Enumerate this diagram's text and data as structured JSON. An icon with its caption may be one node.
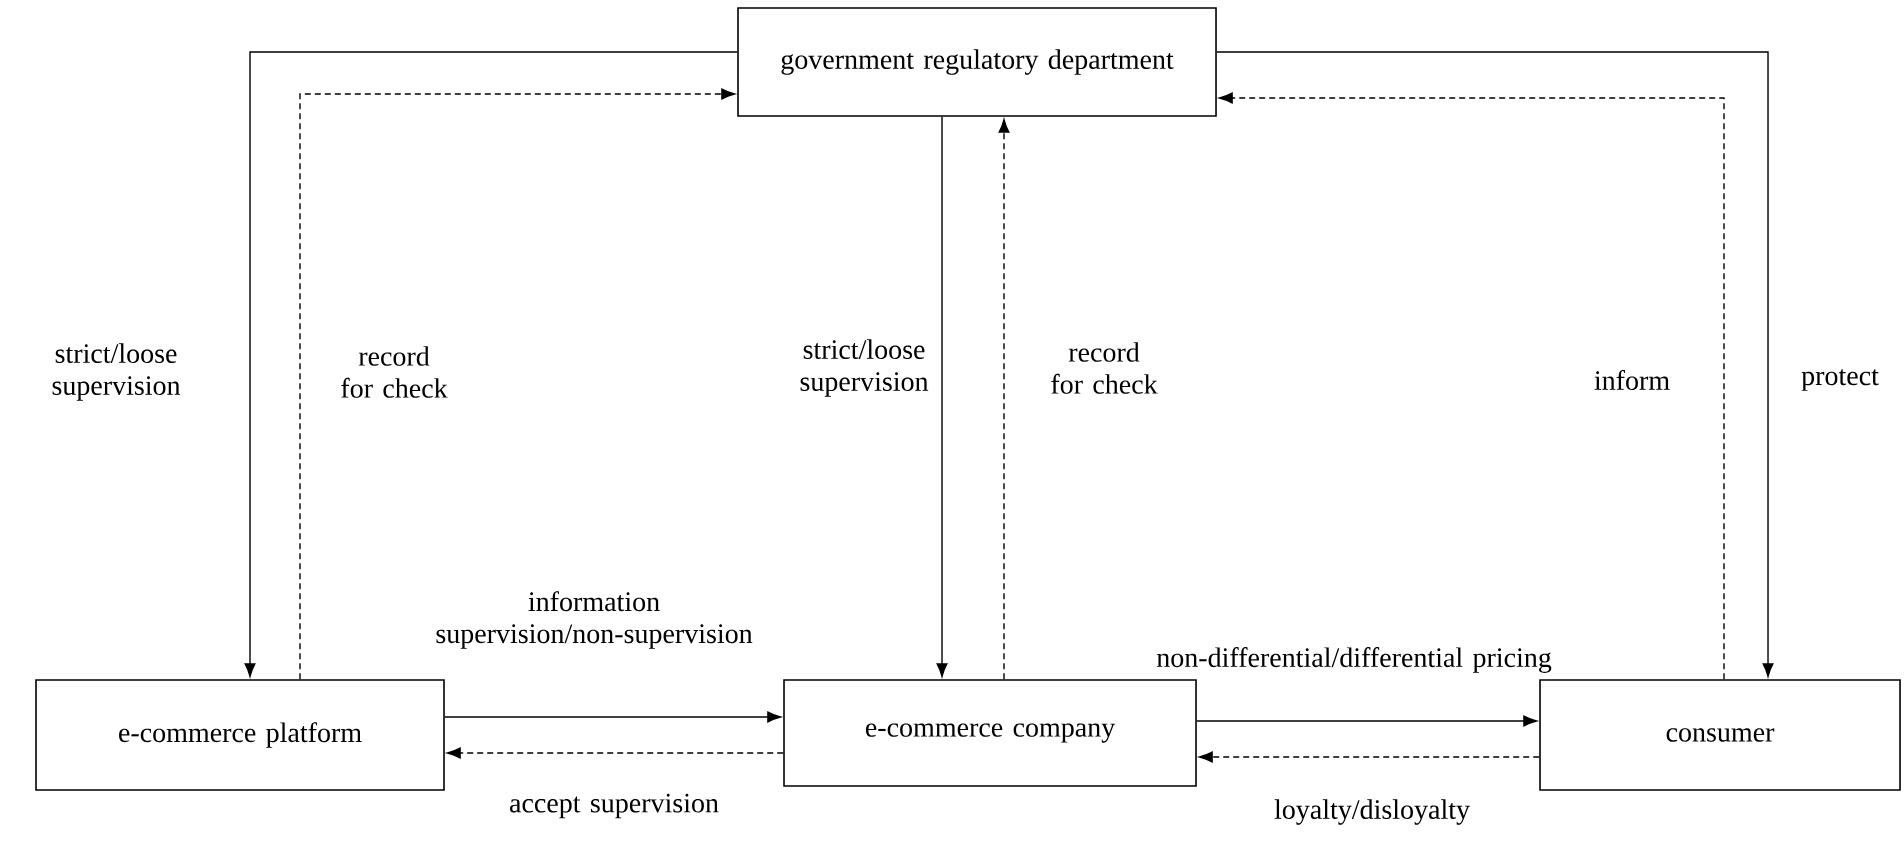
{
  "diagram": {
    "nodes": [
      {
        "text": [
          "government regulatory department"
        ]
      },
      {
        "text": [
          "e-commerce platform"
        ]
      },
      {
        "text": [
          "e-commerce company"
        ]
      },
      {
        "text": [
          "consumer"
        ]
      }
    ],
    "edges": [
      {
        "from": 0,
        "to": 1,
        "arrow": "to",
        "label": "strict/loose supervision"
      },
      {
        "from": 1,
        "to": 0,
        "arrow": "to",
        "label": "record for check",
        "style": "dashed"
      },
      {
        "from": 0,
        "to": 2,
        "arrow": "to",
        "label": "strict/loose supervision"
      },
      {
        "from": 2,
        "to": 0,
        "arrow": "to",
        "label": "record for check",
        "style": "dashed"
      },
      {
        "from": 0,
        "to": 3,
        "arrow": "to",
        "label": "protect"
      },
      {
        "from": 3,
        "to": 0,
        "arrow": "to",
        "label": "inform",
        "style": "dashed"
      },
      {
        "from": 1,
        "to": 2,
        "arrow": "to",
        "label": "information supervision/non-supervision"
      },
      {
        "from": 2,
        "to": 1,
        "arrow": "to",
        "label": "accept supervision",
        "style": "dashed"
      },
      {
        "from": 2,
        "to": 3,
        "arrow": "to",
        "label": "non-differential/differential pricing"
      },
      {
        "from": 3,
        "to": 2,
        "arrow": "to",
        "label": "loyalty/disloyalty",
        "style": "dashed"
      }
    ]
  }
}
